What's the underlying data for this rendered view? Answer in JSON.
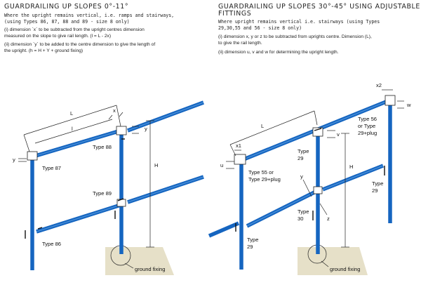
{
  "left": {
    "title": "GUARDRAILING UP SLOPES 0°-11°",
    "lead_1": "Where the upright remains vertical, i.e. ramps and stairways,",
    "lead_2": "(using Types 86, 87, 88 and 89 - size 8 only)",
    "note_1a": "(i)  dimension `x` to be subtracted from the upright centres dimension",
    "note_1b": "measured on the slope to give rail length. (l = L - 2x)",
    "note_2a": "(ii)  dimension `y` to be added to the centre dimension to give the length of",
    "note_2b": "the upright. (h = H + Y + ground fixing)",
    "labels": {
      "L": "L",
      "l": "l",
      "x": "x",
      "y1": "y",
      "y2": "y",
      "H": "H",
      "type87": "Type 87",
      "type88": "Type 88",
      "type89": "Type 89",
      "type86": "Type 86",
      "ground": "ground fixing"
    }
  },
  "right": {
    "title_1": "GUARDRAILING UP SLOPES 30°-45° USING ADJUSTABLE",
    "title_2": "FITTINGS",
    "lead_1": "Where upright remains vertical i.e. stairways (using Types",
    "lead_2": "29,30,55 and 56 - size 8 only)",
    "note_1a": "(i)  dimension x, y or z to be subtracted from uprights centre. Dimension (L),",
    "note_1b": "to give the rail length.",
    "note_2": "(ii) dimension u, v and w for determining the upright length.",
    "labels": {
      "L": "L",
      "x1": "x1",
      "x2": "x2",
      "u": "u",
      "v": "v",
      "w": "w",
      "y": "y",
      "z": "z",
      "H": "H",
      "type56a": "Type 56",
      "type56b": "or Type",
      "type56c": "29+plug",
      "type29a": "Type",
      "type29a2": "29",
      "type55a": "Type 55 or",
      "type55b": "Type 29+plug",
      "type30a": "Type",
      "type30b": "30",
      "type29b": "Type",
      "type29b2": "29",
      "type29c": "Type",
      "type29c2": "29",
      "ground": "ground fixing"
    }
  },
  "colors": {
    "pipe": "#1565c0",
    "ground": "#e6e0c8"
  }
}
